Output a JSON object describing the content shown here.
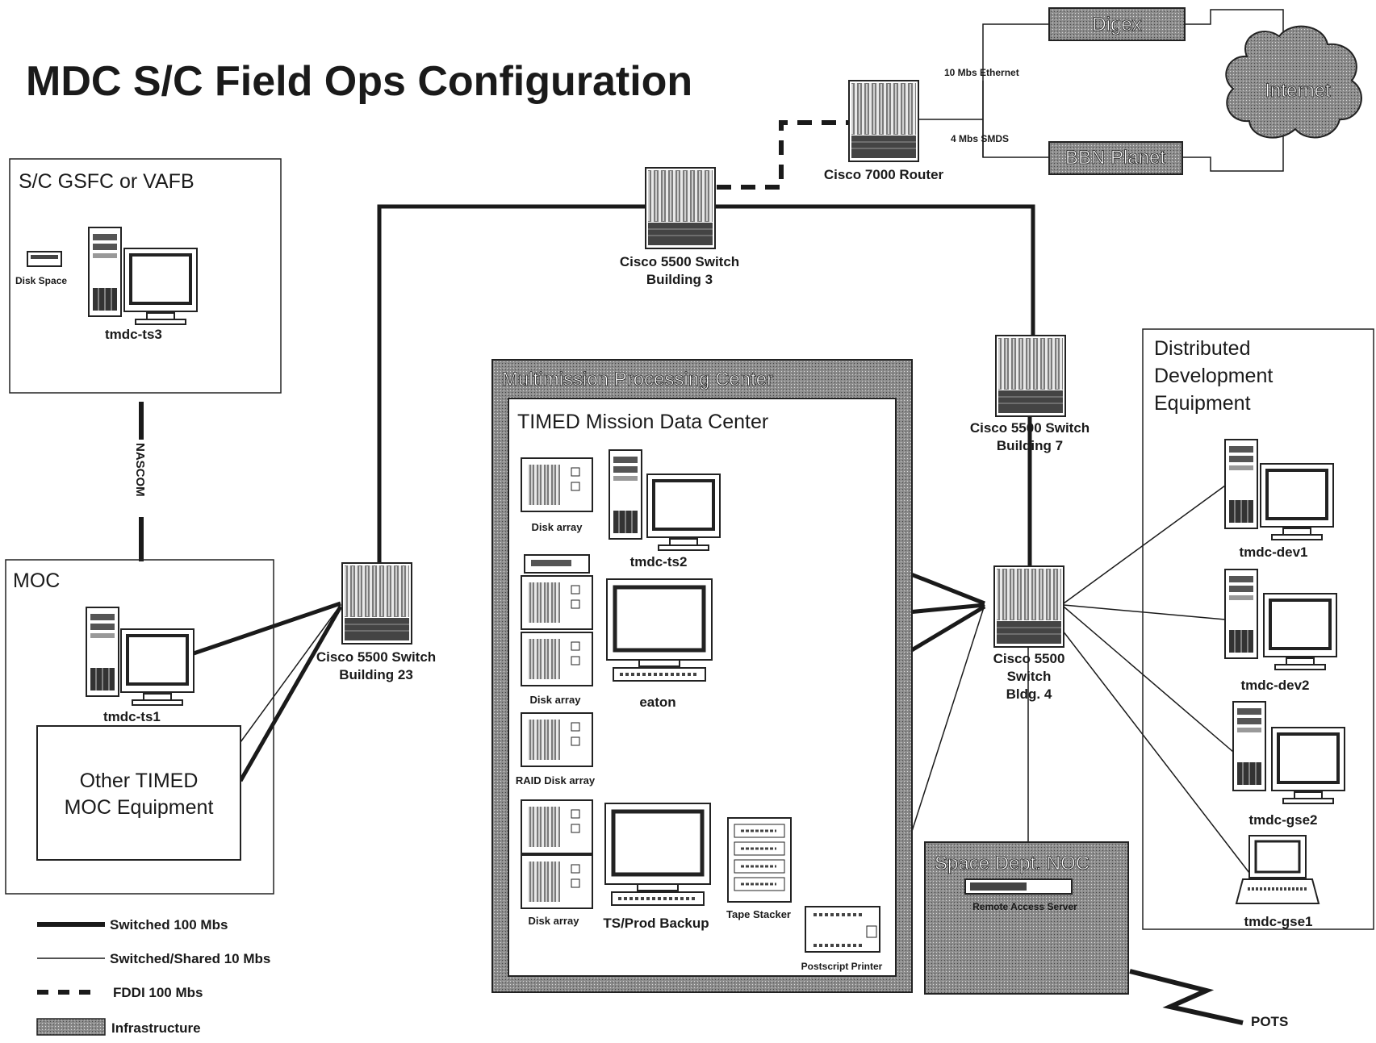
{
  "title": "MDC S/C Field Ops Configuration",
  "regions": {
    "gsfc": "S/C GSFC or VAFB",
    "moc": "MOC",
    "mpc": "Multimission Processing Center",
    "tmdc": "TIMED Mission Data Center",
    "distributed_line1": "Distributed",
    "distributed_line2": "Development",
    "distributed_line3": "Equipment",
    "noc": "Space Dept. NOC",
    "other_moc_line1": "Other TIMED",
    "other_moc_line2": "MOC Equipment"
  },
  "devices": {
    "disk_space": "Disk Space",
    "tmdc_ts3": "tmdc-ts3",
    "tmdc_ts1": "tmdc-ts1",
    "tmdc_ts2": "tmdc-ts2",
    "eaton": "eaton",
    "disk_array_1": "Disk array",
    "disk_array_2": "Disk array",
    "raid": "RAID Disk array",
    "disk_array_3": "Disk array",
    "ts_backup": "TS/Prod Backup",
    "tape_stacker": "Tape Stacker",
    "printer": "Postscript Printer",
    "remote_access": "Remote Access Server",
    "dev1": "tmdc-dev1",
    "dev2": "tmdc-dev2",
    "gse2": "tmdc-gse2",
    "gse1": "tmdc-gse1"
  },
  "network": {
    "sw_b3_l1": "Cisco 5500 Switch",
    "sw_b3_l2": "Building 3",
    "sw_b23_l1": "Cisco 5500 Switch",
    "sw_b23_l2": "Building 23",
    "sw_b7_l1": "Cisco 5500 Switch",
    "sw_b7_l2": "Building 7",
    "sw_b4_l1": "Cisco 5500",
    "sw_b4_l2": "Switch",
    "sw_b4_l3": "Bldg. 4",
    "router": "Cisco 7000 Router",
    "digex": "Digex",
    "bbn": "BBN Planet",
    "internet": "Internet",
    "ethernet": "10 Mbs Ethernet",
    "smds": "4 Mbs SMDS",
    "nascom": "NASCOM",
    "pots": "POTS"
  },
  "legend": {
    "switched100": "Switched 100 Mbs",
    "switched10": "Switched/Shared 10 Mbs",
    "fddi": "FDDI 100 Mbs",
    "infra": "Infrastructure"
  },
  "colors": {
    "ink": "#1a1a1a",
    "infrastructure": "#8c8c8c",
    "paper": "#ffffff"
  }
}
